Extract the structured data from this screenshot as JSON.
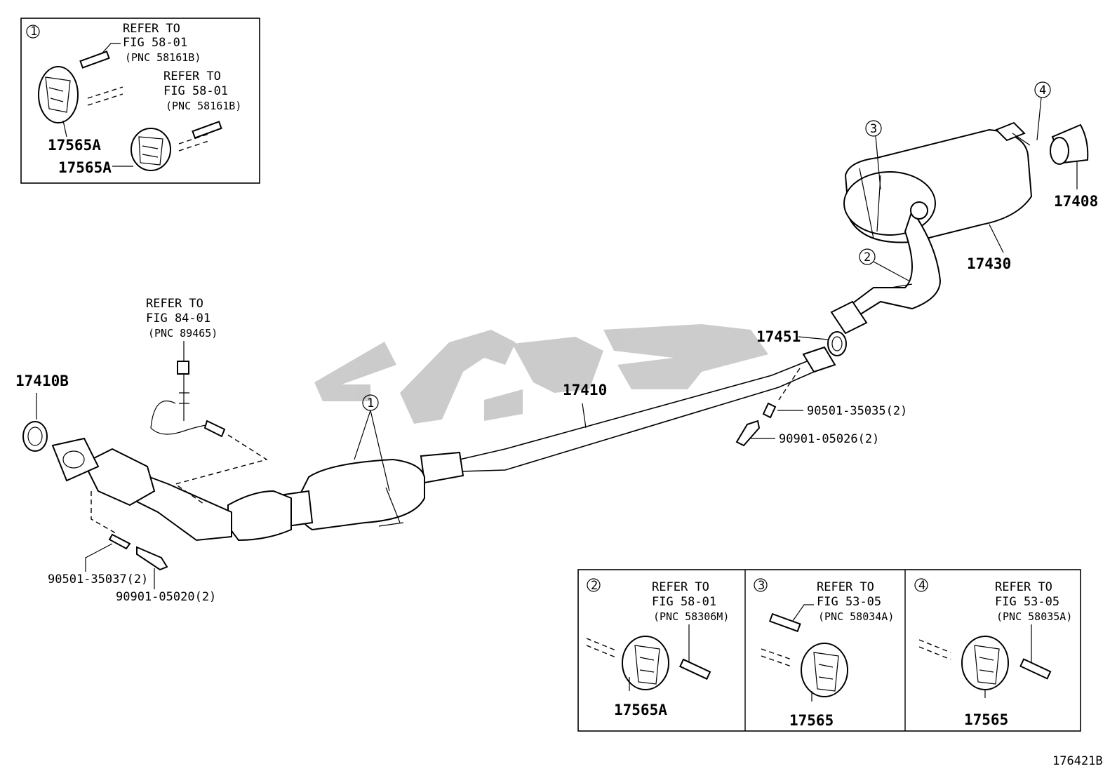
{
  "watermark": "لوپارت",
  "callout_numbers": [
    "1",
    "2",
    "3",
    "4"
  ],
  "refer_to": "REFER TO",
  "figure_code": "176421B",
  "inset_1": {
    "number": "1",
    "ref_a": {
      "fig": "FIG 58-01",
      "pnc": "(PNC 58161B)"
    },
    "ref_b": {
      "fig": "FIG 58-01",
      "pnc": "(PNC 58161B)"
    },
    "part_a": "17565A",
    "part_b": "17565A"
  },
  "inset_2": {
    "number": "2",
    "fig": "FIG 58-01",
    "pnc": "(PNC 58306M)",
    "part": "17565A"
  },
  "inset_3": {
    "number": "3",
    "fig": "FIG 53-05",
    "pnc": "(PNC 58034A)",
    "part": "17565"
  },
  "inset_4": {
    "number": "4",
    "fig": "FIG 53-05",
    "pnc": "(PNC 58035A)",
    "part": "17565"
  },
  "sensor_ref": {
    "fig": "FIG 84-01",
    "pnc": "(PNC 89465)"
  },
  "parts": {
    "gasket_front": "17410B",
    "pipe": "17410",
    "gasket_rear": "17451",
    "muffler": "17430",
    "tail_tip": "17408",
    "spring_rear": "90501-35035(2)",
    "bolt_rear": "90901-05026(2)",
    "spring_front": "90501-35037(2)",
    "bolt_front": "90901-05020(2)"
  }
}
